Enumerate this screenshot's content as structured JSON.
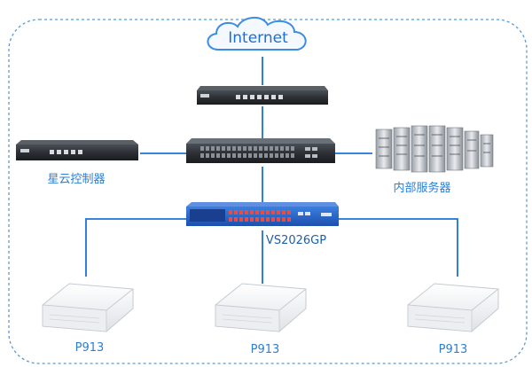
{
  "colors": {
    "link": "#1a73d9",
    "frame": "#5b9bd5",
    "label": "#2b7fd4",
    "cloud_text": "#1d6fd1",
    "device_dark": "#2c2f34",
    "poe_switch": "#2a63c9",
    "ap_body": "#f2f3f5"
  },
  "nodes": {
    "internet": {
      "label": "Internet",
      "icon": "cloud-icon"
    },
    "gateway": {
      "label": "",
      "icon": "router-icon"
    },
    "core_switch": {
      "label": "",
      "icon": "rack-switch-icon"
    },
    "controller": {
      "label": "星云控制器",
      "icon": "controller-icon"
    },
    "servers": {
      "label": "内部服务器",
      "icon": "server-rack-icon"
    },
    "poe_switch": {
      "label": "VS2026GP",
      "icon": "poe-switch-icon"
    },
    "aps": [
      {
        "label": "P913",
        "icon": "access-point-icon"
      },
      {
        "label": "P913",
        "icon": "access-point-icon"
      },
      {
        "label": "P913",
        "icon": "access-point-icon"
      }
    ]
  }
}
